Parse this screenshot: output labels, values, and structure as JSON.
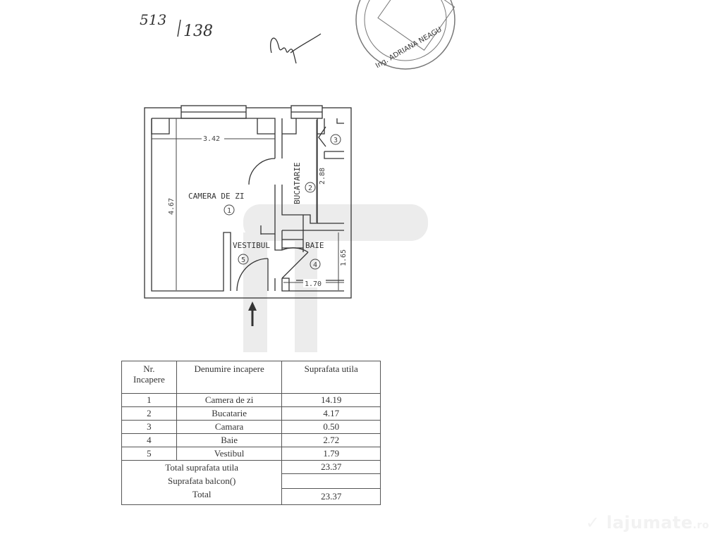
{
  "annotations": {
    "handwritten_number": "513",
    "handwritten_fraction": "138",
    "signature": "Auf",
    "stamp_text": "Ing. ADRIANA NEAGU - OFICIUL DE CADASTRU SI PUBLICITATE IMOBILIARA"
  },
  "plan": {
    "rooms": [
      {
        "number": "1",
        "label": "CAMERA DE ZI"
      },
      {
        "number": "2",
        "label": "BUCATARIE"
      },
      {
        "number": "3",
        "label": ""
      },
      {
        "number": "4",
        "label": "BAIE"
      },
      {
        "number": "5",
        "label": "VESTIBUL"
      }
    ],
    "dimensions": {
      "living_width": "3.42",
      "living_length": "4.67",
      "kitchen_length": "2.88",
      "bath_length": "1.65",
      "bath_width": "1.70"
    },
    "entrance_icon": "arrow-up-icon"
  },
  "table": {
    "headers": [
      "Nr.\nIncapere",
      "Denumire incapere",
      "Suprafata utila"
    ],
    "header_nr_line1": "Nr.",
    "header_nr_line2": "Incapere",
    "rows": [
      {
        "nr": "1",
        "name": "Camera de zi",
        "area": "14.19"
      },
      {
        "nr": "2",
        "name": "Bucatarie",
        "area": "4.17"
      },
      {
        "nr": "3",
        "name": "Camara",
        "area": "0.50"
      },
      {
        "nr": "4",
        "name": "Baie",
        "area": "2.72"
      },
      {
        "nr": "5",
        "name": "Vestibul",
        "area": "1.79"
      }
    ],
    "total_useful_label": "Total suprafata utila",
    "total_useful_value": "23.37",
    "balcony_label": "Suprafata balcon()",
    "balcony_value": "",
    "total_label": "Total",
    "total_value": "23.37"
  },
  "watermark": {
    "brand": "lajumate",
    "tld": ".ro",
    "color": "#f2f2f2"
  }
}
